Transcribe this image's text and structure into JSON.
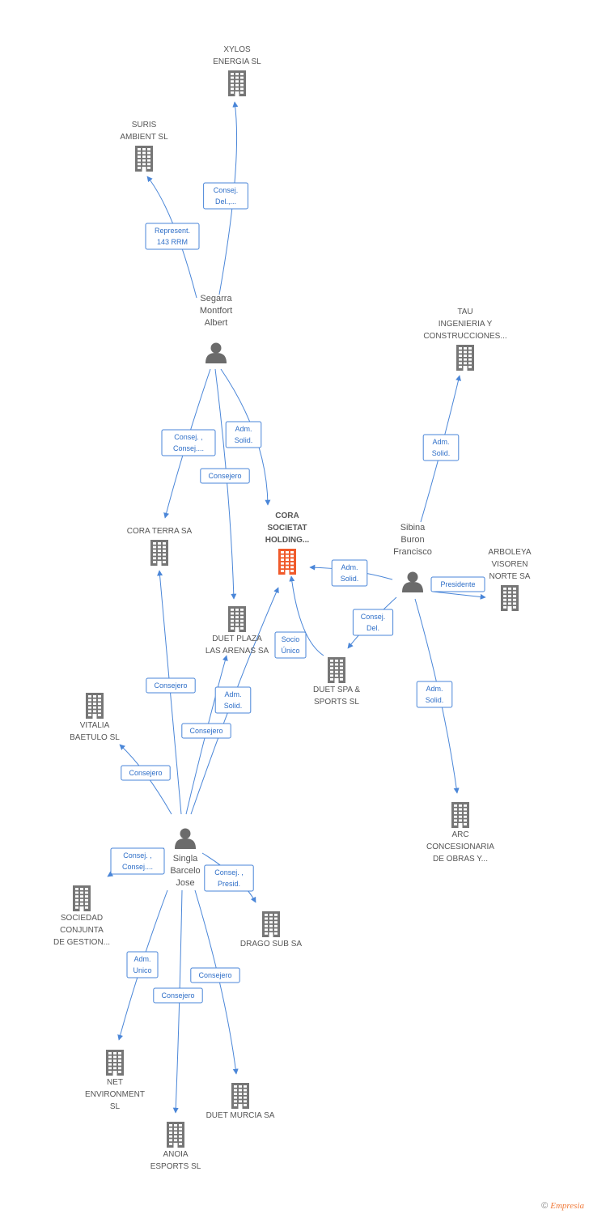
{
  "colors": {
    "company": "#767676",
    "center": "#f05a2b",
    "person": "#6b6b6b",
    "edge": "#4a86d8"
  },
  "companies": [
    {
      "id": "xylos",
      "lines": [
        "XYLOS",
        "ENERGIA SL"
      ]
    },
    {
      "id": "suris",
      "lines": [
        "SURIS",
        "AMBIENT SL"
      ]
    },
    {
      "id": "tau",
      "lines": [
        "TAU",
        "INGENIERIA Y",
        "CONSTRUCCIONES..."
      ]
    },
    {
      "id": "cora_terra",
      "lines": [
        "CORA TERRA SA"
      ]
    },
    {
      "id": "cora_societat",
      "lines": [
        "CORA",
        "SOCIETAT",
        "HOLDING..."
      ],
      "center": true
    },
    {
      "id": "arboleya",
      "lines": [
        "ARBOLEYA",
        "VISOREN",
        "NORTE SA"
      ]
    },
    {
      "id": "duet_plaza",
      "lines": [
        "DUET PLAZA",
        "LAS ARENAS SA"
      ]
    },
    {
      "id": "duet_spa",
      "lines": [
        "DUET SPA &",
        "SPORTS SL"
      ]
    },
    {
      "id": "vitalia",
      "lines": [
        "VITALIA",
        "BAETULO SL"
      ]
    },
    {
      "id": "arc",
      "lines": [
        "ARC",
        "CONCESIONARIA",
        "DE OBRAS Y..."
      ]
    },
    {
      "id": "sociedad",
      "lines": [
        "SOCIEDAD",
        "CONJUNTA",
        "DE GESTION..."
      ]
    },
    {
      "id": "drago",
      "lines": [
        "DRAGO SUB SA"
      ]
    },
    {
      "id": "net",
      "lines": [
        "NET",
        "ENVIRONMENT",
        "SL"
      ]
    },
    {
      "id": "duet_murcia",
      "lines": [
        "DUET MURCIA SA"
      ]
    },
    {
      "id": "anoia",
      "lines": [
        "ANOIA",
        "ESPORTS SL"
      ]
    }
  ],
  "people": [
    {
      "id": "segarra",
      "lines": [
        "Segarra",
        "Montfort",
        "Albert"
      ]
    },
    {
      "id": "sibina",
      "lines": [
        "Sibina",
        "Buron",
        "Francisco"
      ]
    },
    {
      "id": "singla",
      "lines": [
        "Singla",
        "Barcelo",
        "Jose"
      ]
    }
  ],
  "edges": [
    {
      "from": "segarra",
      "to": "suris",
      "label": [
        "Represent.",
        "143 RRM"
      ]
    },
    {
      "from": "segarra",
      "to": "xylos",
      "label": [
        "Consej.",
        "Del.,..."
      ]
    },
    {
      "from": "segarra",
      "to": "cora_terra",
      "label": [
        "Consej. ,",
        "Consej...."
      ]
    },
    {
      "from": "segarra",
      "to": "cora_societat",
      "label": [
        "Adm.",
        "Solid."
      ]
    },
    {
      "from": "segarra",
      "to": "duet_plaza",
      "label": [
        "Consejero"
      ]
    },
    {
      "from": "sibina",
      "to": "tau",
      "label": [
        "Adm.",
        "Solid."
      ]
    },
    {
      "from": "sibina",
      "to": "cora_societat",
      "label": [
        "Adm.",
        "Solid."
      ]
    },
    {
      "from": "sibina",
      "to": "arboleya",
      "label": [
        "Presidente"
      ]
    },
    {
      "from": "sibina",
      "to": "duet_spa",
      "label": [
        "Consej.",
        "Del."
      ]
    },
    {
      "from": "sibina",
      "to": "arc",
      "label": [
        "Adm.",
        "Solid."
      ]
    },
    {
      "from": "duet_spa",
      "to": "cora_societat",
      "label": [
        "Socio",
        "Único"
      ]
    },
    {
      "from": "singla",
      "to": "cora_terra",
      "label": [
        "Consejero"
      ]
    },
    {
      "from": "singla",
      "to": "cora_societat",
      "label": [
        "Adm.",
        "Solid."
      ]
    },
    {
      "from": "singla",
      "to": "duet_plaza",
      "label": [
        "Consejero"
      ]
    },
    {
      "from": "singla",
      "to": "vitalia",
      "label": [
        "Consejero"
      ]
    },
    {
      "from": "singla",
      "to": "sociedad",
      "label": [
        "Consej. ,",
        "Consej...."
      ]
    },
    {
      "from": "singla",
      "to": "drago",
      "label": [
        "Consej. ,",
        "Presid."
      ]
    },
    {
      "from": "singla",
      "to": "net",
      "label": [
        "Adm.",
        "Unico"
      ]
    },
    {
      "from": "singla",
      "to": "anoia",
      "label": [
        "Consejero"
      ]
    },
    {
      "from": "singla",
      "to": "duet_murcia",
      "label": [
        "Consejero"
      ]
    }
  ],
  "footer": {
    "copyright": "©",
    "brand": "Empresia"
  }
}
